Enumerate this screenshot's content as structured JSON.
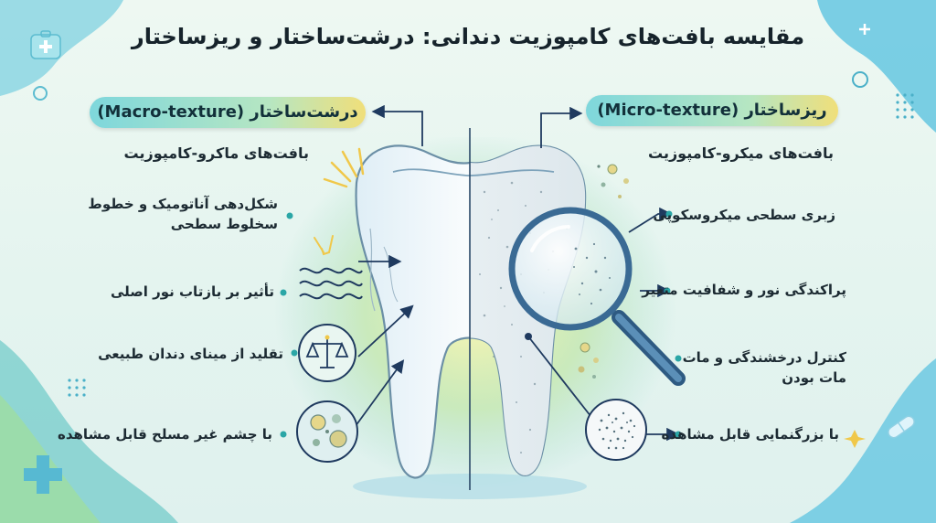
{
  "title": "مقایسه بافت‌های کامپوزیت دندانی: درشت‌ساختار و ریزساختار",
  "left": {
    "heading": "درشت‌ساختار (Macro-texture)",
    "subheading": "بافت‌های ماکرو-کامپوزیت",
    "items": [
      {
        "line1": "شکل‌دهی آناتومیک و خطوط",
        "line2": "سخلوط سطحی"
      },
      {
        "line1": "تأثیر بر بازتاب نور اصلی",
        "line2": ""
      },
      {
        "line1": "تقلید از مینای دندان طبیعی",
        "line2": ""
      },
      {
        "line1": "با چشم غیر مسلح قابل مشاهده",
        "line2": ""
      }
    ]
  },
  "right": {
    "heading": "ریزساختار (Micro-texture)",
    "subheading": "بافت‌های میکرو-کامپوزیت",
    "items": [
      {
        "line1": "زبری سطحی میکروسکوپی",
        "line2": ""
      },
      {
        "line1": "پراکندگی نور و شفافیت متغیر",
        "line2": ""
      },
      {
        "line1": "کنترل درخشندگی و مات",
        "line2": "مات بودن"
      },
      {
        "line1": "با بزرگنمایی قابل مشاهده",
        "line2": ""
      }
    ]
  },
  "icons": {
    "left_1": "light-rays-icon",
    "left_2": "waves-icon",
    "left_3": "balance-scale-icon",
    "left_4": "particles-circle-icon",
    "right_1": "magnifying-glass-icon",
    "right_4": "micro-texture-circle-icon"
  },
  "colors": {
    "accent_teal": "#2aa6a6",
    "accent_yellow": "#f0df7a",
    "navy": "#1f3a5f",
    "background": "#e8f6f1"
  }
}
